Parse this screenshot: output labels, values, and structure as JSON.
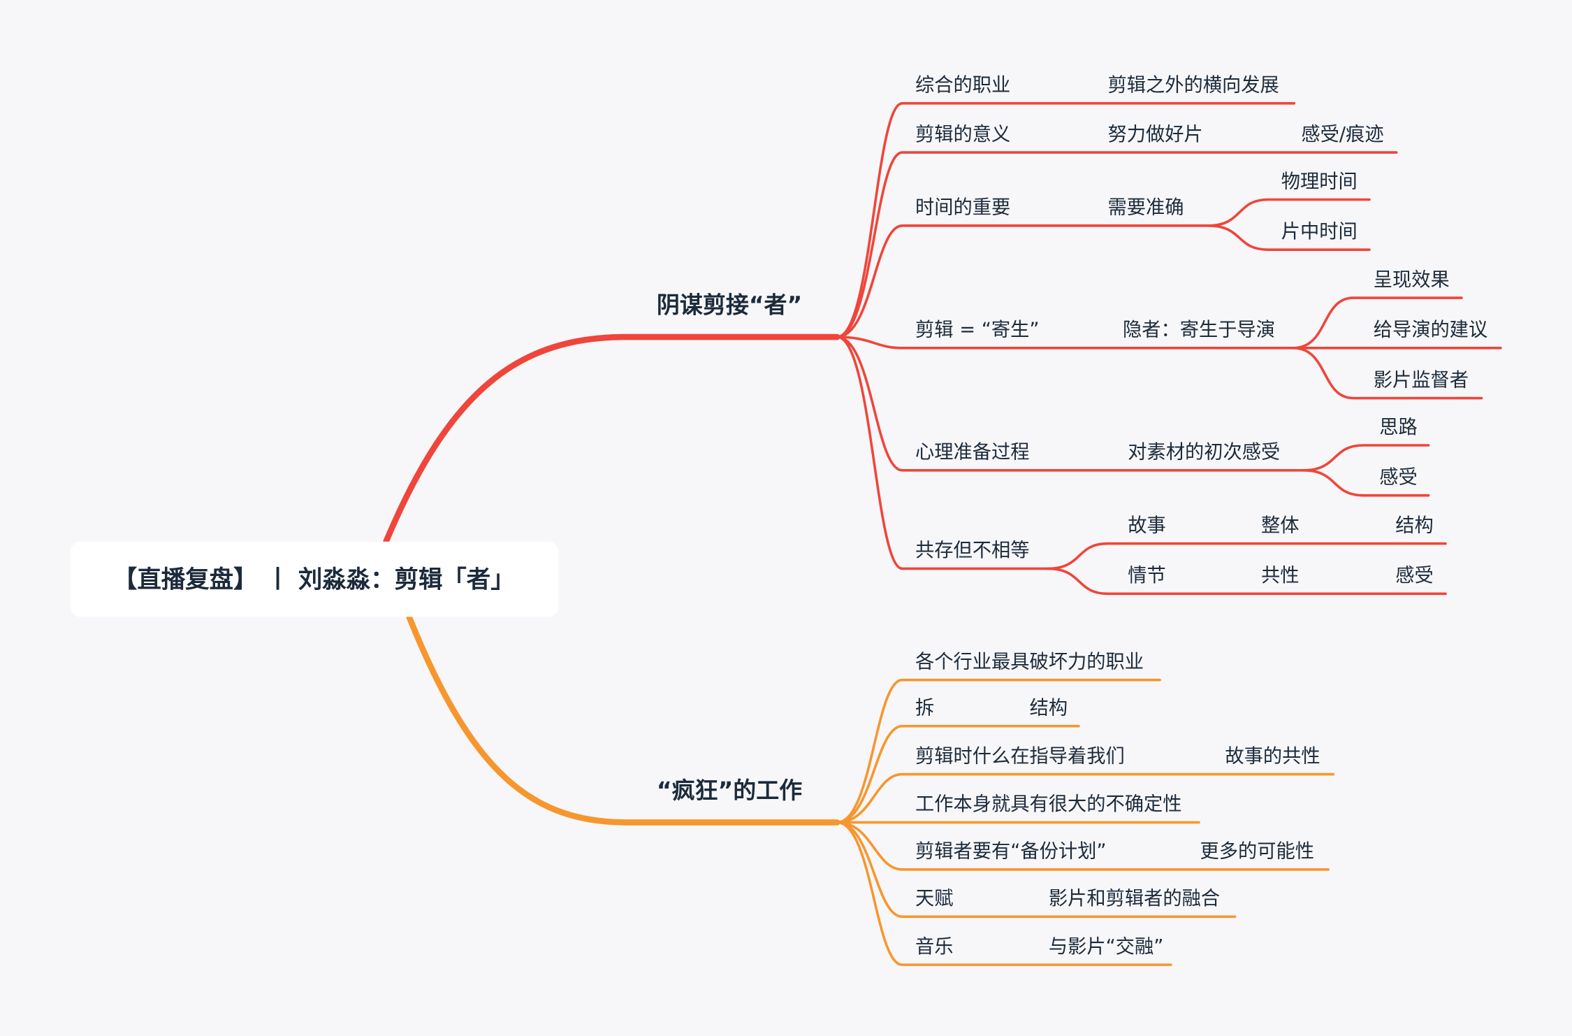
{
  "root": {
    "title": "【直播复盘】 丨 刘淼淼：剪辑「者」"
  },
  "colors": {
    "red": "#f0453a",
    "orange": "#f7962e",
    "text": "#1c2a3a",
    "background": "#f7f7f9",
    "root_box": "#ffffff"
  },
  "branches": [
    {
      "title": "阴谋剪接“者”",
      "color": "red",
      "items": [
        {
          "texts": [
            "综合的职业",
            "剪辑之外的横向发展"
          ]
        },
        {
          "texts": [
            "剪辑的意义",
            "努力做好片",
            "感受/痕迹"
          ]
        },
        {
          "texts": [
            "时间的重要",
            "需要准确"
          ],
          "children": [
            {
              "texts": [
                "物理时间"
              ]
            },
            {
              "texts": [
                "片中时间"
              ]
            }
          ]
        },
        {
          "texts": [
            "剪辑 = “寄生”",
            "隐者：寄生于导演"
          ],
          "children": [
            {
              "texts": [
                "呈现效果"
              ]
            },
            {
              "texts": [
                "给导演的建议"
              ]
            },
            {
              "texts": [
                "影片监督者"
              ]
            }
          ]
        },
        {
          "texts": [
            "心理准备过程",
            "对素材的初次感受"
          ],
          "children": [
            {
              "texts": [
                "思路"
              ]
            },
            {
              "texts": [
                "感受"
              ]
            }
          ]
        },
        {
          "texts": [
            "共存但不相等"
          ],
          "children": [
            {
              "texts": [
                "故事",
                "整体",
                "结构"
              ]
            },
            {
              "texts": [
                "情节",
                "共性",
                "感受"
              ]
            }
          ]
        }
      ]
    },
    {
      "title": "“疯狂”的工作",
      "color": "orange",
      "items": [
        {
          "texts": [
            "各个行业最具破坏力的职业"
          ]
        },
        {
          "texts": [
            "拆",
            "结构"
          ]
        },
        {
          "texts": [
            "剪辑时什么在指导着我们",
            "故事的共性"
          ]
        },
        {
          "texts": [
            "工作本身就具有很大的不确定性"
          ]
        },
        {
          "texts": [
            "剪辑者要有“备份计划”",
            "更多的可能性"
          ]
        },
        {
          "texts": [
            "天赋",
            "影片和剪辑者的融合"
          ]
        },
        {
          "texts": [
            "音乐",
            "与影片“交融”"
          ]
        }
      ]
    }
  ]
}
